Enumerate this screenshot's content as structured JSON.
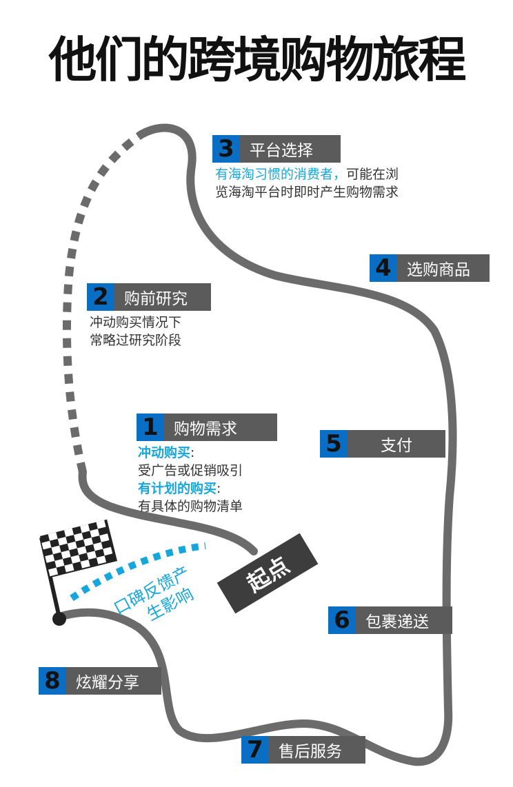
{
  "title": "他们的跨境购物旅程",
  "start_label": "起点",
  "feedback": {
    "line1": "口碑反馈产",
    "line2": "生影响"
  },
  "colors": {
    "route": "#6b6b6b",
    "number_bg": "#0a6fc4",
    "label_bg": "#5b5b5b",
    "highlight": "#17a6dc"
  },
  "steps": [
    {
      "num": "1",
      "label": "购物需求"
    },
    {
      "num": "2",
      "label": "购前研究"
    },
    {
      "num": "3",
      "label": "平台选择"
    },
    {
      "num": "4",
      "label": "选购商品"
    },
    {
      "num": "5",
      "label": "支付"
    },
    {
      "num": "6",
      "label": "包裹递送"
    },
    {
      "num": "7",
      "label": "售后服务"
    },
    {
      "num": "8",
      "label": "炫耀分享"
    }
  ],
  "step1_desc": {
    "impulse_title": "冲动购买",
    "impulse_colon": ":",
    "impulse_text": "受广告或促销吸引",
    "planned_title": "有计划的购买",
    "planned_colon": ":",
    "planned_text": "有具体的购物清单"
  },
  "step2_desc": {
    "line1": "冲动购买情况下",
    "line2": "常略过研究阶段"
  },
  "step3_desc": {
    "highlight": "有海淘习惯的消费者，",
    "line1_rest": "可能在浏",
    "line2": "览海淘平台时即时产生购物需求"
  },
  "icons": {
    "flag": "checkered-flag-icon"
  }
}
